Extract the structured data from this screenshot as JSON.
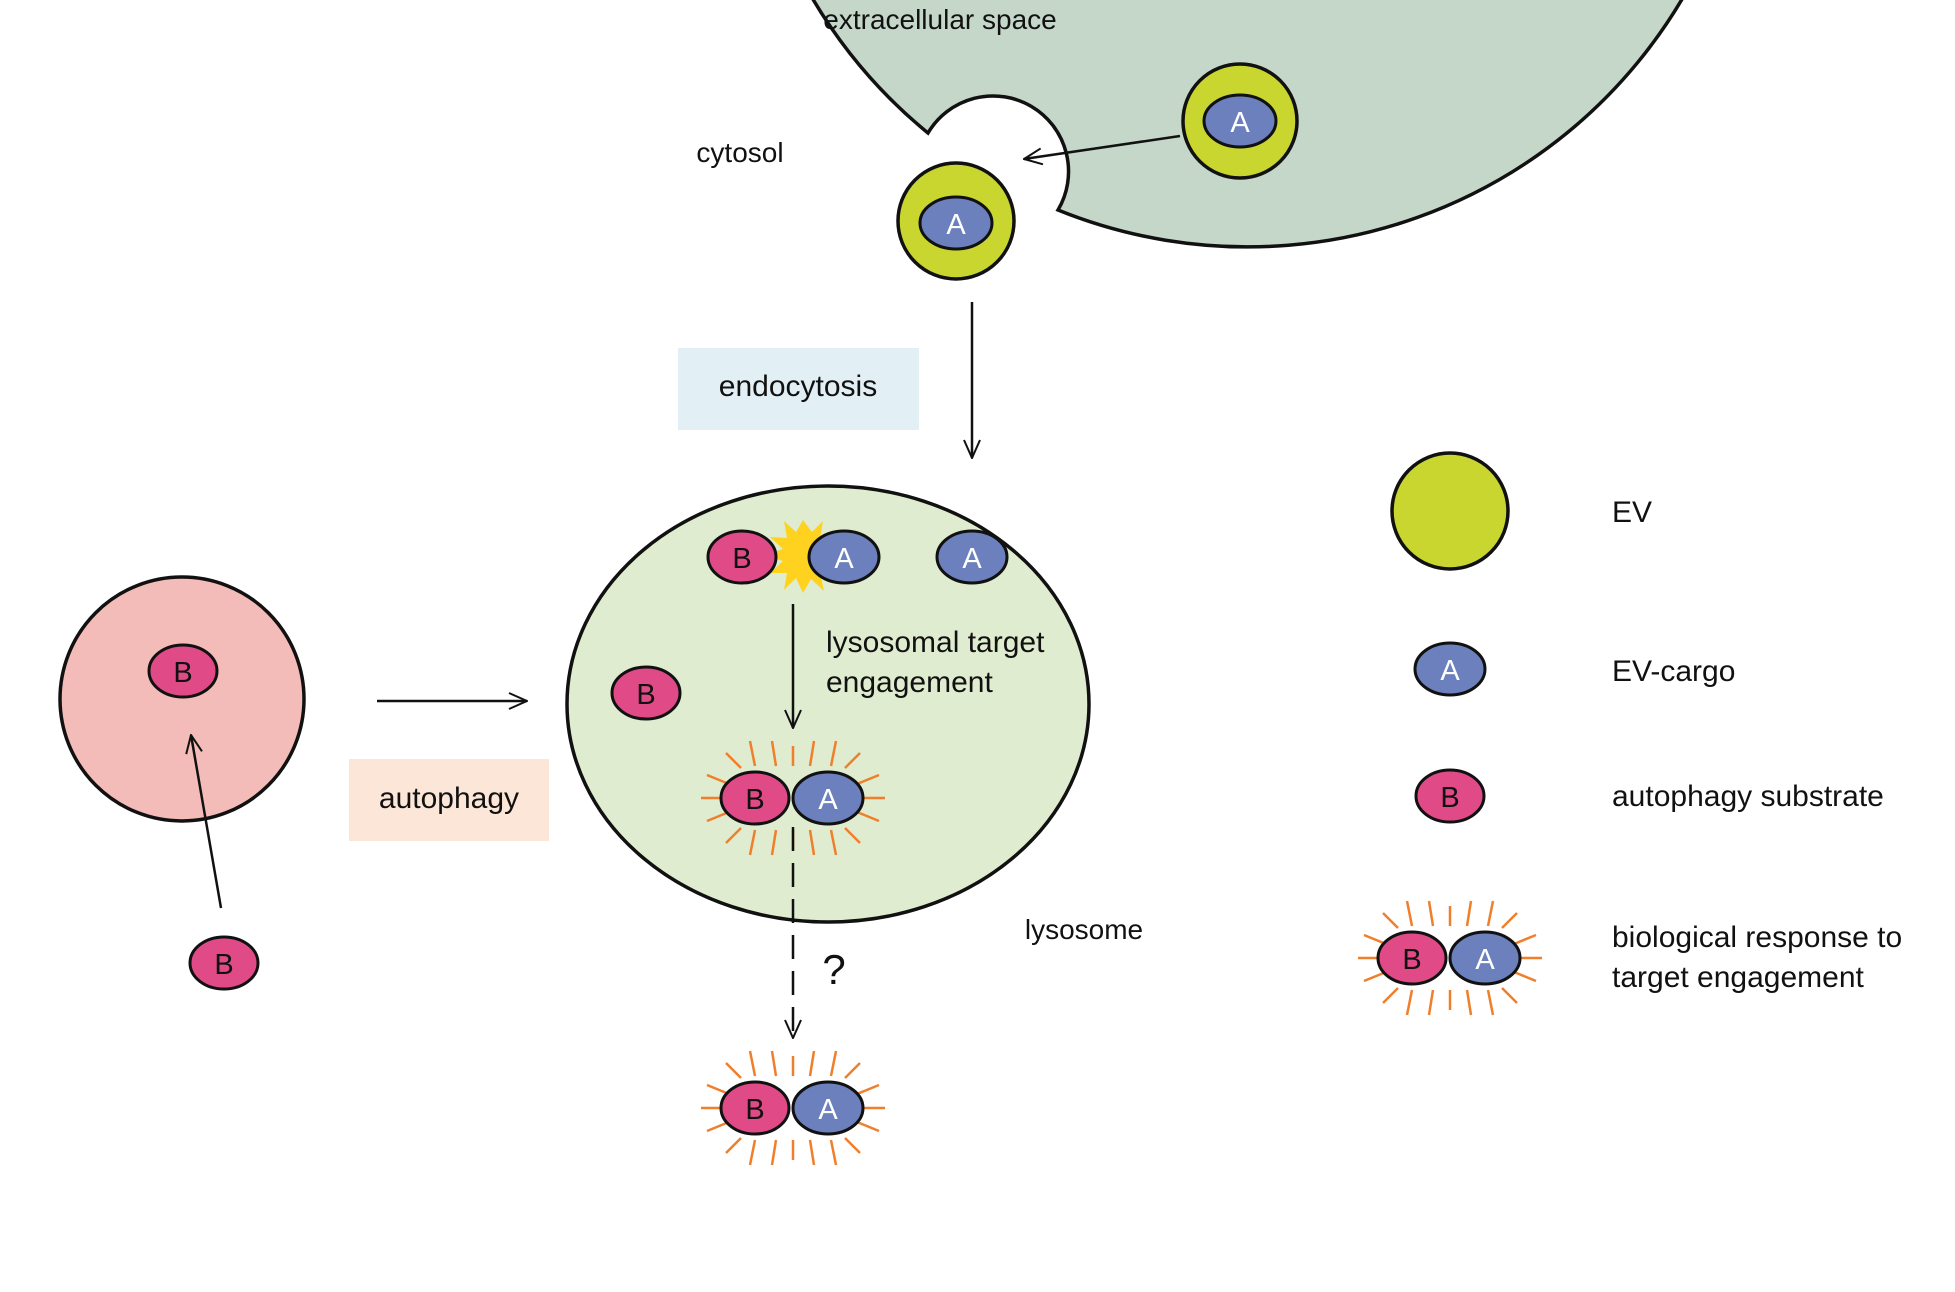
{
  "labels": {
    "extracellular_space": "extracellular space",
    "cytosol": "cytosol",
    "lysosome": "lysosome",
    "endocytosis": "endocytosis",
    "autophagy": "autophagy",
    "lysosomal_target_engagement_line1": "lysosomal target",
    "lysosomal_target_engagement_line2": "engagement",
    "question_mark": "?"
  },
  "molecules": {
    "ev_cargo_letter": "A",
    "autophagy_substrate_letter": "B"
  },
  "legend": {
    "ev": "EV",
    "ev_cargo": "EV-cargo",
    "autophagy_substrate": "autophagy substrate",
    "response_line1": "biological response to",
    "response_line2": "target engagement"
  },
  "colors": {
    "cell_fill": "#c5d7c9",
    "lysosome_fill": "#e0eccf",
    "autophagosome_fill": "#f4bcb8",
    "ev_fill": "#c8d62f",
    "ev_cargo_fill": "#6b80bd",
    "substrate_fill": "#e04b87",
    "response_rays": "#f07f2c",
    "engagement_star": "#ffd21f",
    "endocytosis_box": "#e2f0f6",
    "autophagy_box": "#fbe6d8"
  }
}
